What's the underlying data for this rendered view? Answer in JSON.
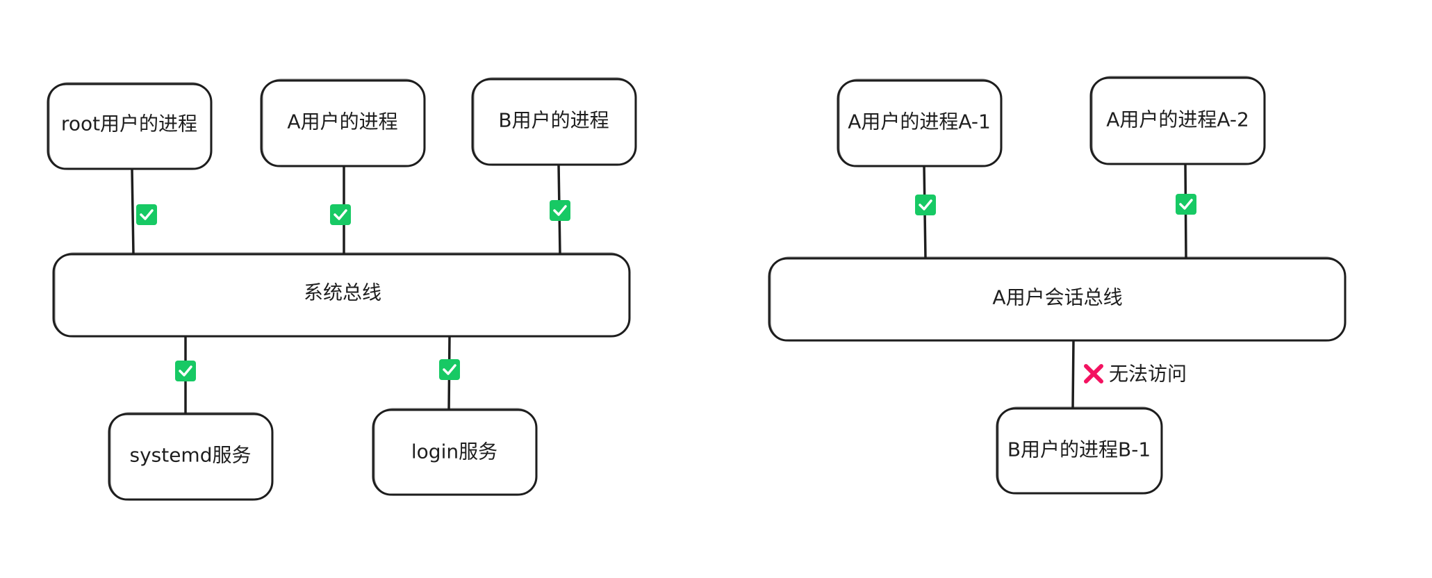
{
  "colors": {
    "stroke": "#1e1e1e",
    "check_bg": "#17c964",
    "check_mark": "#ffffff",
    "deny": "#f31260"
  },
  "left": {
    "processes": [
      "root用户的进程",
      "A用户的进程",
      "B用户的进程"
    ],
    "bus": "系统总线",
    "services": [
      "systemd服务",
      "login服务"
    ]
  },
  "right": {
    "processes": [
      "A用户的进程A-1",
      "A用户的进程A-2"
    ],
    "bus": "A用户会话总线",
    "denied_process": "B用户的进程B-1",
    "deny_label": "无法访问"
  },
  "icons": {
    "allowed": "check-icon",
    "denied": "cross-icon"
  }
}
